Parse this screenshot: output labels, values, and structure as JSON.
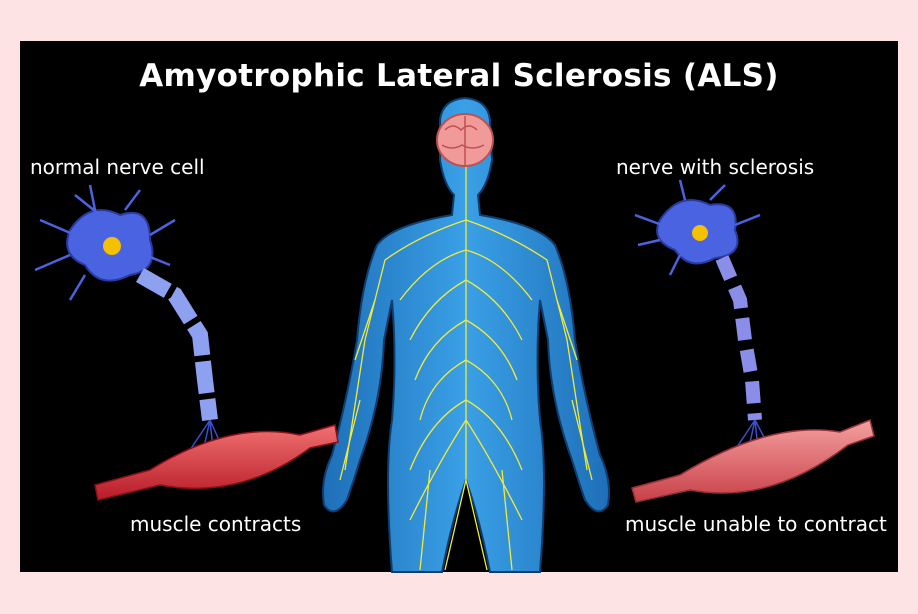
{
  "title": "Amyotrophic Lateral Sclerosis (ALS)",
  "labels": {
    "normal_cell": "normal nerve cell",
    "sclerosis": "nerve with sclerosis",
    "muscle_contracts": "muscle contracts",
    "muscle_unable": "muscle unable to contract"
  },
  "colors": {
    "background": "#fde3e3",
    "panel": "#000000",
    "body": "#2f8fd8",
    "nerves": "#f2ea3a",
    "neuron": "#4a63e0",
    "muscle": "#d8323a",
    "brain": "#f0a0a0"
  }
}
